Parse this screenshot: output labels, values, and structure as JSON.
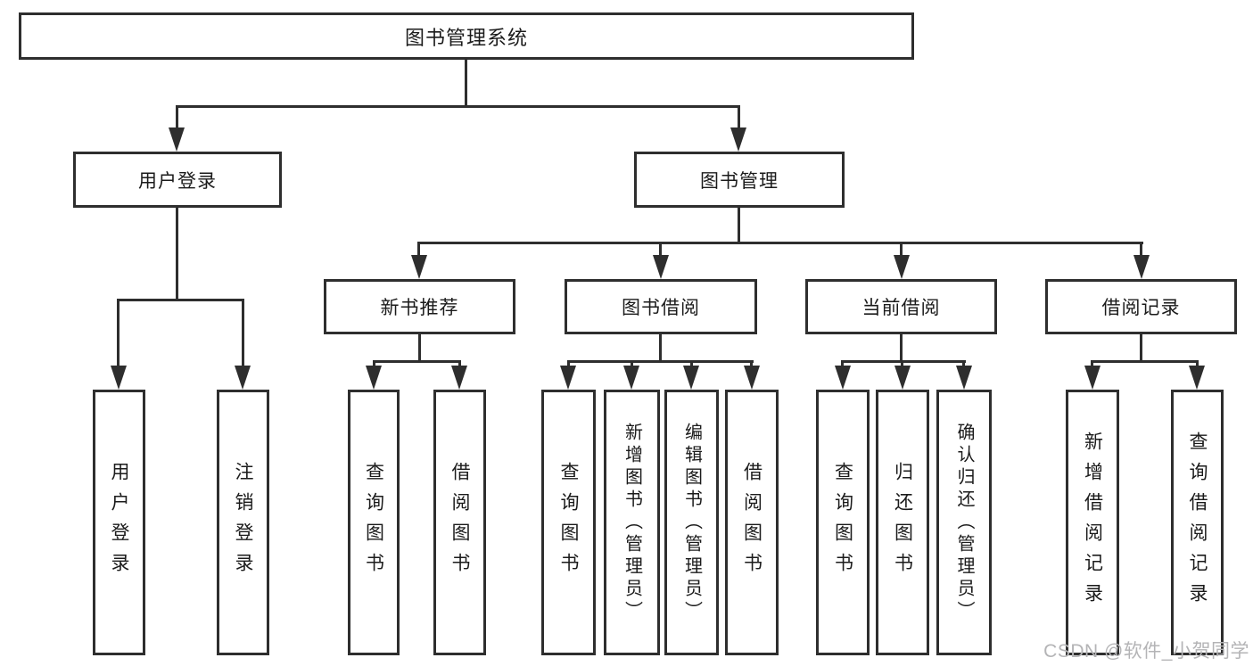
{
  "tree": {
    "root": {
      "label": "图书管理系统"
    },
    "branches": [
      {
        "label": "用户登录",
        "children": [
          {
            "label": "用户登录"
          },
          {
            "label": "注销登录"
          }
        ]
      },
      {
        "label": "图书管理",
        "children": [
          {
            "label": "新书推荐",
            "children": [
              {
                "label": "查询图书"
              },
              {
                "label": "借阅图书"
              }
            ]
          },
          {
            "label": "图书借阅",
            "children": [
              {
                "label": "查询图书"
              },
              {
                "label": "新增图书（管理员）"
              },
              {
                "label": "编辑图书（管理员）"
              },
              {
                "label": "借阅图书"
              }
            ]
          },
          {
            "label": "当前借阅",
            "children": [
              {
                "label": "查询图书"
              },
              {
                "label": "归还图书"
              },
              {
                "label": "确认归还（管理员）"
              }
            ]
          },
          {
            "label": "借阅记录",
            "children": [
              {
                "label": "新增借阅记录"
              },
              {
                "label": "查询借阅记录"
              }
            ]
          }
        ]
      }
    ]
  },
  "watermark": {
    "text": "CSDN @软件_小贺同学"
  },
  "colors": {
    "line": "#2e2e2e",
    "text": "#1b1b1b",
    "watermark": "#b4b4b6",
    "background": "#ffffff"
  }
}
